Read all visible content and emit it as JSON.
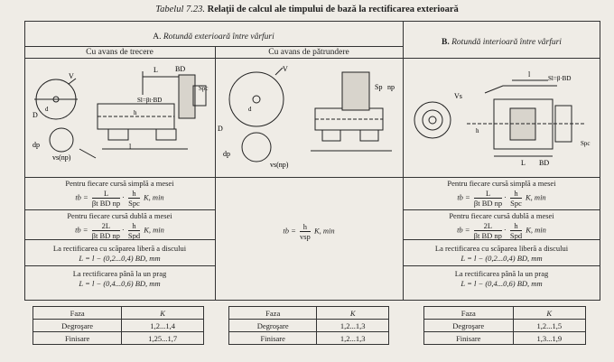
{
  "caption": {
    "table_no": "Tabelul 7.23.",
    "title": "Relaţii de calcul ale timpului de bază la rectificarea exterioară"
  },
  "section_a": {
    "letter": "A.",
    "title": "Rotundă exterioară între vârfuri",
    "col1": "Cu avans de trecere",
    "col2": "Cu avans de pătrundere"
  },
  "section_b": {
    "letter": "B.",
    "title": "Rotundă interioară între vârfuri"
  },
  "left_formulas": {
    "f1_title": "Pentru fiecare cursă simplă a mesei",
    "f1_lhs": "tb =",
    "f1_num1": "L",
    "f1_den1": "βt BD np",
    "f1_num2": "h",
    "f1_den2": "Spc",
    "f1_tail": "K, min",
    "f2_title": "Pentru fiecare cursă dublă a mesei",
    "f2_lhs": "tb =",
    "f2_num1": "2L",
    "f2_den1": "βt BD np",
    "f2_num2": "h",
    "f2_den2": "Spd",
    "f2_tail": "K, min",
    "f3_title": "La rectificarea cu scăparea liberă a discului",
    "f3_body": "L = l − (0,2...0,4) BD, mm",
    "f4_title": "La rectificarea până la un prag",
    "f4_body": "L = l − (0,4...0,6) BD, mm"
  },
  "middle_formula": {
    "lhs": "tb =",
    "num": "h",
    "den": "vsp",
    "tail": "K, min"
  },
  "right_formulas": {
    "f1_title": "Pentru fiecare cursă simplă a mesei",
    "f1_lhs": "tb =",
    "f1_num1": "L",
    "f1_den1": "βt BD np",
    "f1_num2": "h",
    "f1_den2": "Spc",
    "f1_tail": "K, min",
    "f2_title": "Pentru fiecare cursă dublă a mesei",
    "f2_lhs": "tb =",
    "f2_num1": "2L",
    "f2_den1": "βt BD np",
    "f2_num2": "h",
    "f2_den2": "Spd",
    "f2_tail": "K, min",
    "f3_title": "La rectificarea cu scăparea liberă a discului",
    "f3_body": "L = l − (0,2...0,4) BD, mm",
    "f4_title": "La rectificarea până la un prag",
    "f4_body": "L = l − (0,4...0,6) BD, mm"
  },
  "drawing_labels": {
    "b1_D": "D",
    "b1_d": "d",
    "b1_dp": "dp",
    "b1_vs": "vs(np)",
    "b1_v": "V",
    "b1_L": "L",
    "b1_l": "l",
    "b1_bd": "BD",
    "b1_spc": "Spc",
    "b1_sl": "Sl=βt·BD",
    "b1_h": "h",
    "b2_v": "V",
    "b2_d": "d",
    "b2_D": "D",
    "b2_dp": "dp",
    "b2_vs": "vs(np)",
    "b2_sp": "Sp",
    "b2_np": "np",
    "b3_vs": "Vs",
    "b3_l": "l",
    "b3_sl": "Sl=β·BD",
    "b3_h": "h",
    "b3_L": "L",
    "b3_bd": "BD",
    "b3_spc": "Spc"
  },
  "k_tables": [
    {
      "h1": "Faza",
      "h2": "K",
      "r1a": "Degroşare",
      "r1b": "1,2...1,4",
      "r2a": "Finisare",
      "r2b": "1,25...1,7"
    },
    {
      "h1": "Faza",
      "h2": "K",
      "r1a": "Degroşare",
      "r1b": "1,2...1,3",
      "r2a": "Finisare",
      "r2b": "1,2...1,3"
    },
    {
      "h1": "Faza",
      "h2": "K",
      "r1a": "Degroşare",
      "r1b": "1,2...1,5",
      "r2a": "Finisare",
      "r2b": "1,3...1,9"
    }
  ]
}
